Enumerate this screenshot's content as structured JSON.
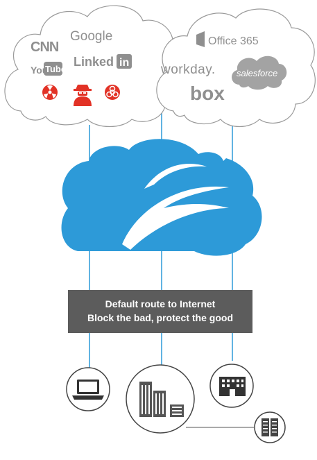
{
  "banner": {
    "line1": "Default route to Internet",
    "line2": "Block the bad, protect the good"
  },
  "internet_cloud": {
    "logos": {
      "cnn": "CNN",
      "google": "Google",
      "youtube_you": "You",
      "youtube_tube": "Tube",
      "linkedin_text": "Linked",
      "linkedin_in": "in"
    },
    "threat_icons": [
      "radiation-icon",
      "spy-icon",
      "biohazard-icon"
    ]
  },
  "saas_cloud": {
    "logos": {
      "office365": "Office 365",
      "workday": "workday.",
      "salesforce": "salesforce",
      "box": "box"
    }
  },
  "colors": {
    "brand_blue": "#2d9ad8",
    "threat_red": "#e23226",
    "outline_gray": "#9a9a9a",
    "banner_bg": "#5c5c5c"
  },
  "nodes": [
    "laptop-icon",
    "branch-offices-icon",
    "headquarters-building-icon",
    "datacenter-icon"
  ]
}
